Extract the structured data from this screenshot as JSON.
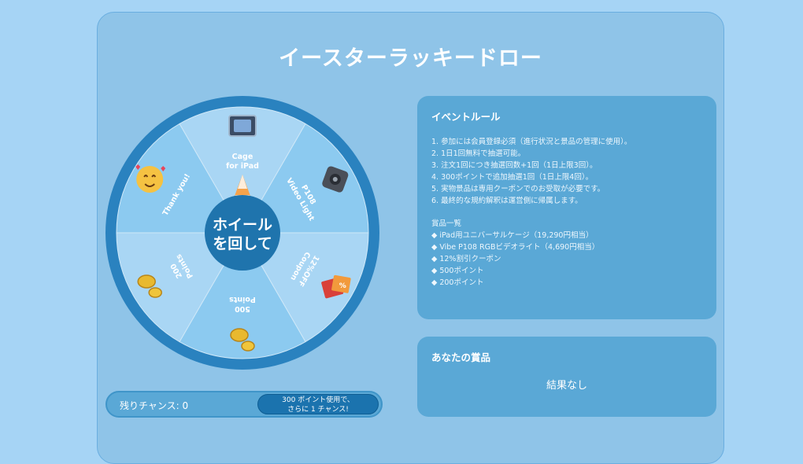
{
  "title": "イースターラッキードロー",
  "wheel": {
    "center_label_line1": "ホイール",
    "center_label_line2": "を回して",
    "segments": [
      {
        "line1": "Cage",
        "line2": "for iPad",
        "icon": "ipad-cage-icon"
      },
      {
        "line1": "P108",
        "line2": "Video Light",
        "icon": "video-light-icon"
      },
      {
        "line1": "12%OFF",
        "line2": "Coupon",
        "icon": "coupon-icon"
      },
      {
        "line1": "500",
        "line2": "Points",
        "icon": "coins-icon"
      },
      {
        "line1": "200",
        "line2": "Points",
        "icon": "coins-icon"
      },
      {
        "line1": "Thank you!",
        "line2": "",
        "icon": "smiley-hearts-icon"
      }
    ],
    "colors": {
      "ring": "#2a82bf",
      "light": "#a9d6f4",
      "mid": "#8ccaf0",
      "hub": "#1f74ad"
    }
  },
  "chance": {
    "remaining": "残りチャンス: 0",
    "button_line1": "300 ポイント使用で、",
    "button_line2": "さらに 1 チャンス!"
  },
  "rules": {
    "title": "イベントルール",
    "items": [
      "1. 参加には会員登録必須（進行状況と景品の管理に使用）。",
      "2. 1日1回無料で抽選可能。",
      "3. 注文1回につき抽選回数+1回（1日上限3回）。",
      "4. 300ポイントで追加抽選1回（1日上限4回）。",
      "5. 実物景品は専用クーポンでのお受取が必要です。",
      "6. 最終的な規約解釈は運営側に帰属します。"
    ],
    "prize_header": "賞品一覧",
    "prizes": [
      "◆ iPad用ユニバーサルケージ（19,290円相当）",
      "◆ Vibe P108 RGBビデオライト（4,690円相当）",
      "◆ 12%割引クーポン",
      "◆ 500ポイント",
      "◆ 200ポイント"
    ]
  },
  "result": {
    "title": "あなたの賞品",
    "value": "結果なし"
  }
}
